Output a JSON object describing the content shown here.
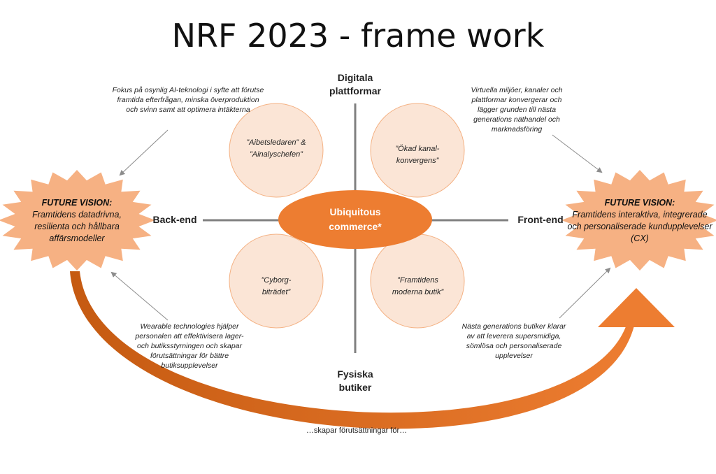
{
  "title": "NRF 2023 - frame work",
  "axes": {
    "top": "Digitala plattformar",
    "bottom": "Fysiska butiker",
    "left": "Back-end",
    "right": "Front-end"
  },
  "center": "Ubiquitous commerce*",
  "petals": {
    "top_left": "”Aibetsledaren” & ”Ainalyschefen”",
    "top_right": "”Ökad kanal-konvergens”",
    "bottom_left": "”Cyborg-biträdet”",
    "bottom_right": "”Framtidens moderna butik”"
  },
  "visions": {
    "left": {
      "heading": "FUTURE VISION:",
      "text": "Framtidens datadrivna, resilienta och hållbara affärsmodeller"
    },
    "right": {
      "heading": "FUTURE VISION:",
      "text": "Framtidens interaktiva, integrerade och personaliserade kundupplevelser (CX)"
    }
  },
  "notes": {
    "top_left": "Fokus på osynlig AI-teknologi i syfte att förutse framtida efterfrågan, minska överproduktion och svinn samt att optimera intäkterna",
    "top_right": "Virtuella miljöer, kanaler och plattformar konvergerar och lägger grunden till nästa generations näthandel och marknadsföring",
    "bottom_left": "Wearable technologies hjälper personalen att effektivisera lager- och butiksstyrningen och skapar förutsättningar för bättre butiksupplevelser",
    "bottom_right": "Nästa generations butiker klarar av att leverera supersmidiga, sömlösa och personaliserade upplevelser"
  },
  "bottom_label": "…skapar förutsättningar för…",
  "colors": {
    "accent": "#ED7D31",
    "petal": "#FBE5D6",
    "petal_border": "#F4B183",
    "burst": "#F6B183",
    "axis": "#7F7F7F"
  }
}
